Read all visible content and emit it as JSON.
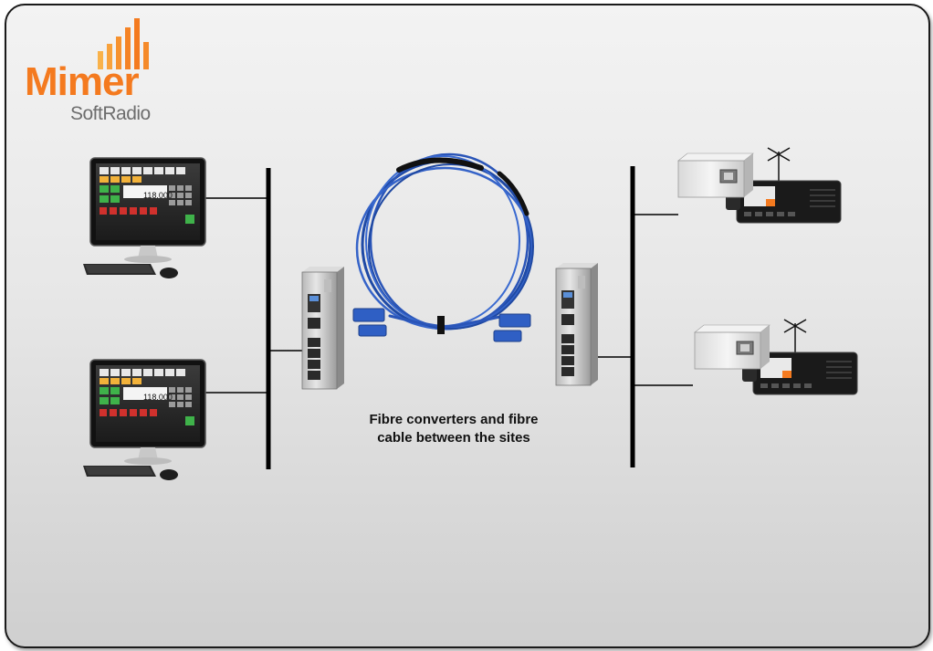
{
  "logo": {
    "name": "Mimer",
    "sub": "SoftRadio"
  },
  "workstations": [
    {
      "display_value": "118.000"
    },
    {
      "display_value": "118.000"
    }
  ],
  "caption": {
    "line1": "Fibre converters and fibre",
    "line2": "cable between the sites"
  },
  "colors": {
    "brand_orange": "#f47a1f",
    "fibre_blue": "#2a55b8",
    "network_line": "#000000"
  },
  "icons": [
    "monitor-icon",
    "keyboard-icon",
    "mouse-icon",
    "fibre-converter-icon",
    "fibre-cable-icon",
    "radio-interface-box-icon",
    "mobile-radio-icon",
    "antenna-icon"
  ]
}
